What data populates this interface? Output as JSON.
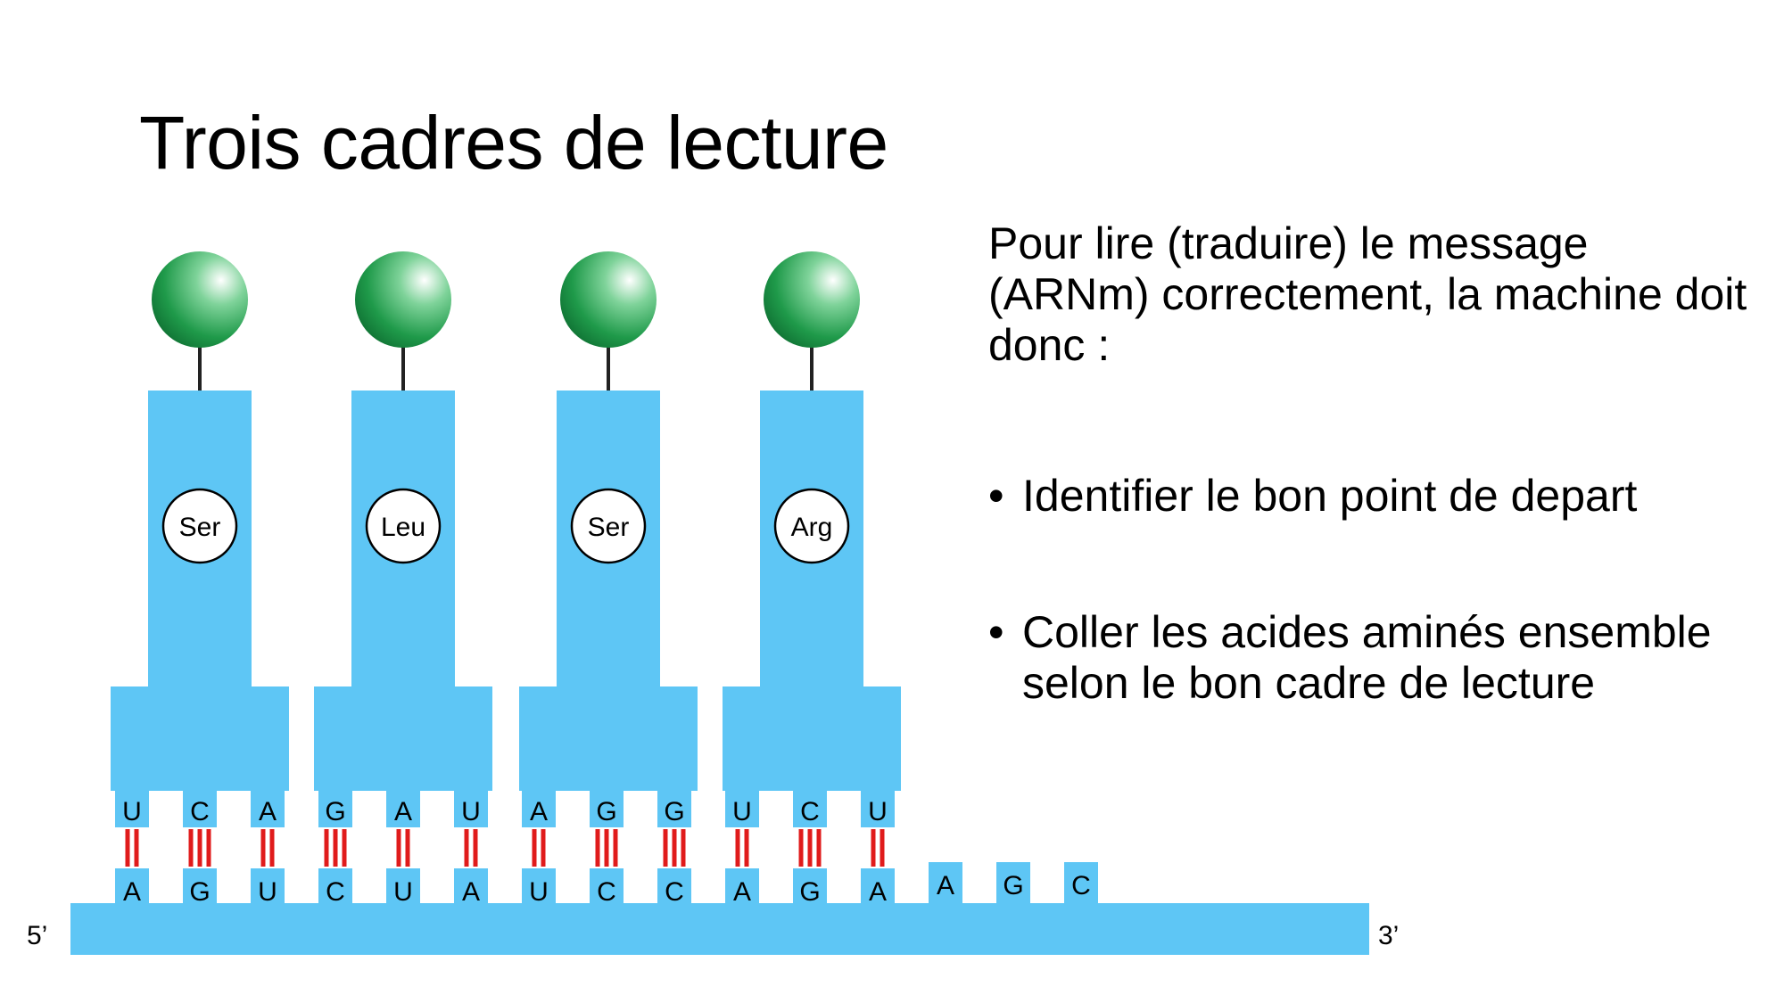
{
  "slide": {
    "title": "Trois cadres de lecture"
  },
  "text_panel": {
    "intro": "Pour lire (traduire) le message (ARNm) correctement, la machine doit donc :",
    "bullets": [
      "Identifier le bon point de depart",
      "Coller les acides aminés ensemble selon le bon cadre de lecture"
    ]
  },
  "diagram": {
    "mrna_five_prime": "5’",
    "mrna_three_prime": "3’",
    "mrna_bases": [
      "A",
      "G",
      "U",
      "C",
      "U",
      "A",
      "U",
      "C",
      "C",
      "A",
      "G",
      "A",
      "A",
      "G",
      "C"
    ],
    "trnas": [
      {
        "amino_acid": "Ser",
        "anticodon": [
          "U",
          "C",
          "A"
        ],
        "bonds": [
          2,
          3,
          2
        ]
      },
      {
        "amino_acid": "Leu",
        "anticodon": [
          "G",
          "A",
          "U"
        ],
        "bonds": [
          3,
          2,
          2
        ]
      },
      {
        "amino_acid": "Ser",
        "anticodon": [
          "A",
          "G",
          "G"
        ],
        "bonds": [
          2,
          3,
          3
        ]
      },
      {
        "amino_acid": "Arg",
        "anticodon": [
          "U",
          "C",
          "U"
        ],
        "bonds": [
          2,
          3,
          2
        ]
      }
    ],
    "colors": {
      "trna_body": "#5ec6f5",
      "bond": "#e01b1b",
      "amino_acid_ball": "#1f9a4a"
    }
  }
}
